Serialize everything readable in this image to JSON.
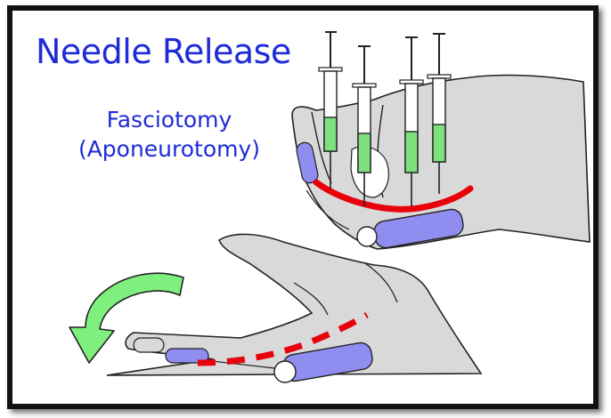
{
  "title": "Needle Release",
  "subtitle_lines": [
    "Fasciotomy",
    "(Aponeurotomy)"
  ],
  "colors": {
    "text": "#1e2bd6",
    "frame": "#111111",
    "hand_fill": "#d9d9d9",
    "tendon_fill": "#8f8df0",
    "syringe_fill": "#7fe07f",
    "cord": "#e8000b",
    "arrow": "#7ef07e"
  },
  "icons": [
    "syringe-icon",
    "curved-arrow-icon"
  ]
}
